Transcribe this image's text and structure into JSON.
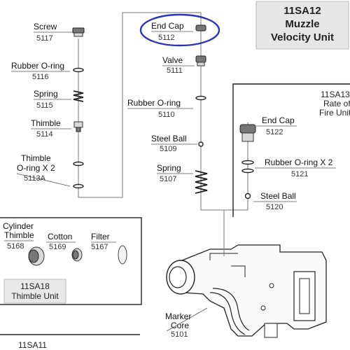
{
  "title_box": {
    "line1": "11SA12",
    "line2": "Muzzle",
    "line3": "Velocity Unit"
  },
  "left_column": [
    {
      "name": "Screw",
      "code": "5117"
    },
    {
      "name": "Rubber O-ring",
      "code": "5116"
    },
    {
      "name": "Spring",
      "code": "5115"
    },
    {
      "name": "Thimble",
      "code": "5114"
    },
    {
      "name_line1": "Thimble",
      "name_line2": "O-ring X 2",
      "code": "5113A"
    }
  ],
  "center_column": [
    {
      "name": "End Cap",
      "code": "5112"
    },
    {
      "name": "Valve",
      "code": "5111"
    },
    {
      "name": "Rubber O-ring",
      "code": "5110"
    },
    {
      "name": "Steel Ball",
      "code": "5109"
    },
    {
      "name": "Spring",
      "code": "5107"
    }
  ],
  "rate_of_fire": {
    "title_line1": "11SA13",
    "title_line2": "Rate of",
    "title_line3": "Fire Unit",
    "parts": [
      {
        "name": "End Cap",
        "code": "5122"
      },
      {
        "name": "Rubber O-ring X 2",
        "code": "5121"
      },
      {
        "name": "Steel Ball",
        "code": "5120"
      }
    ]
  },
  "thimble_unit": {
    "title_line1": "11SA18",
    "title_line2": "Thimble Unit",
    "parts": [
      {
        "name_line1": "Cylinder",
        "name_line2": "Thimble",
        "code": "5168"
      },
      {
        "name": "Cotton",
        "code": "5169"
      },
      {
        "name": "Filter",
        "code": "5167"
      }
    ]
  },
  "marker_core": {
    "line1": "Marker",
    "line2": "Core",
    "code": "5101"
  },
  "bottom_label": "11SA11",
  "colors": {
    "highlight": "#2a35b8",
    "title_bg": "#e6e6e6"
  }
}
